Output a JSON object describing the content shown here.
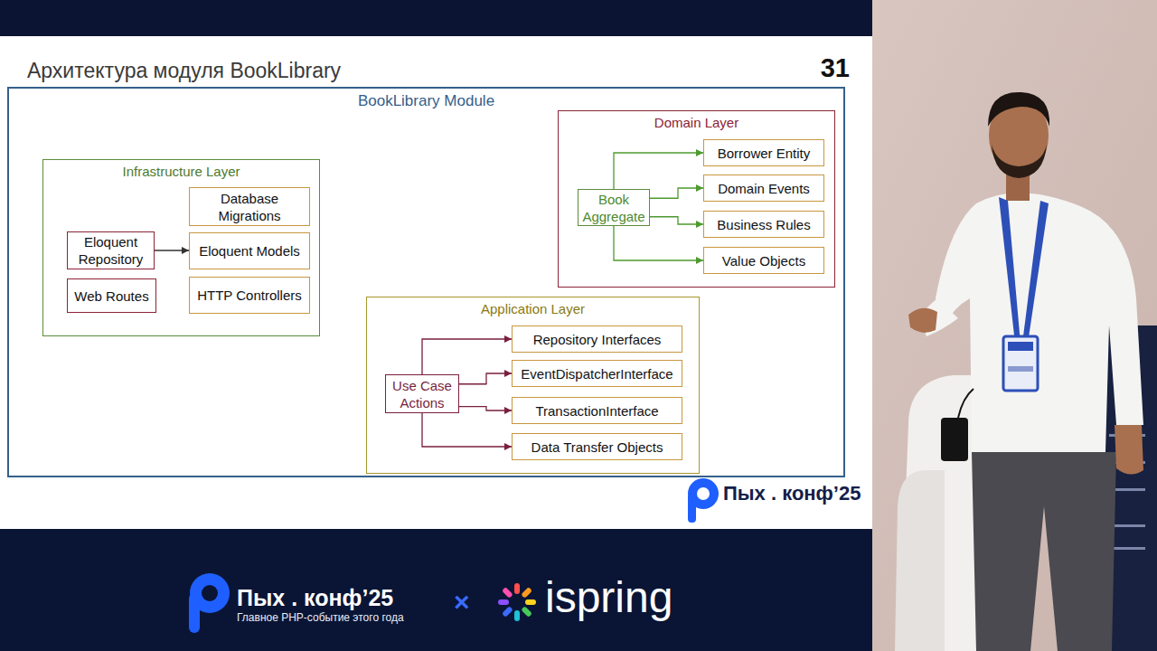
{
  "diagram": {
    "title": "Архитектура модуля BookLibrary",
    "nodes": [
      {
        "text": [
          "BookLibrary Module"
        ]
      },
      {
        "text": [
          "Infrastructure Layer"
        ],
        "in": 0
      },
      {
        "text": [
          "Database Migrations"
        ],
        "in": 1
      },
      {
        "text": [
          "Eloquent Repository"
        ],
        "in": 1
      },
      {
        "text": [
          "Eloquent Models"
        ],
        "in": 1
      },
      {
        "text": [
          "Web Routes"
        ],
        "in": 1
      },
      {
        "text": [
          "HTTP Controllers"
        ],
        "in": 1
      },
      {
        "text": [
          "Domain Layer"
        ],
        "in": 0
      },
      {
        "text": [
          "Borrower Entity"
        ],
        "in": 7
      },
      {
        "text": [
          "Book Aggregate"
        ],
        "in": 7
      },
      {
        "text": [
          "Domain Events"
        ],
        "in": 7
      },
      {
        "text": [
          "Business Rules"
        ],
        "in": 7
      },
      {
        "text": [
          "Value Objects"
        ],
        "in": 7
      },
      {
        "text": [
          "Application Layer"
        ],
        "in": 0
      },
      {
        "text": [
          "Repository Interfaces"
        ],
        "in": 13
      },
      {
        "text": [
          "Use Case Actions"
        ],
        "in": 13
      },
      {
        "text": [
          "EventDispatcherInterface"
        ],
        "in": 13
      },
      {
        "text": [
          "TransactionInterface"
        ],
        "in": 13
      },
      {
        "text": [
          "Data Transfer Objects"
        ],
        "in": 13
      }
    ],
    "edges": [
      {
        "from": 3,
        "to": 4,
        "arrow": "to"
      },
      {
        "from": 9,
        "to": 8,
        "arrow": "to"
      },
      {
        "from": 9,
        "to": 10,
        "arrow": "to"
      },
      {
        "from": 9,
        "to": 11,
        "arrow": "to"
      },
      {
        "from": 9,
        "to": 12,
        "arrow": "to"
      },
      {
        "from": 15,
        "to": 14,
        "arrow": "to"
      },
      {
        "from": 15,
        "to": 16,
        "arrow": "to"
      },
      {
        "from": 15,
        "to": 17,
        "arrow": "to"
      },
      {
        "from": 15,
        "to": 18,
        "arrow": "to"
      }
    ],
    "labels": [
      "31",
      "Пых . конф’25",
      "Пых . конф’25",
      "Главное PHP-событие этого года",
      "×",
      "ispring"
    ]
  }
}
